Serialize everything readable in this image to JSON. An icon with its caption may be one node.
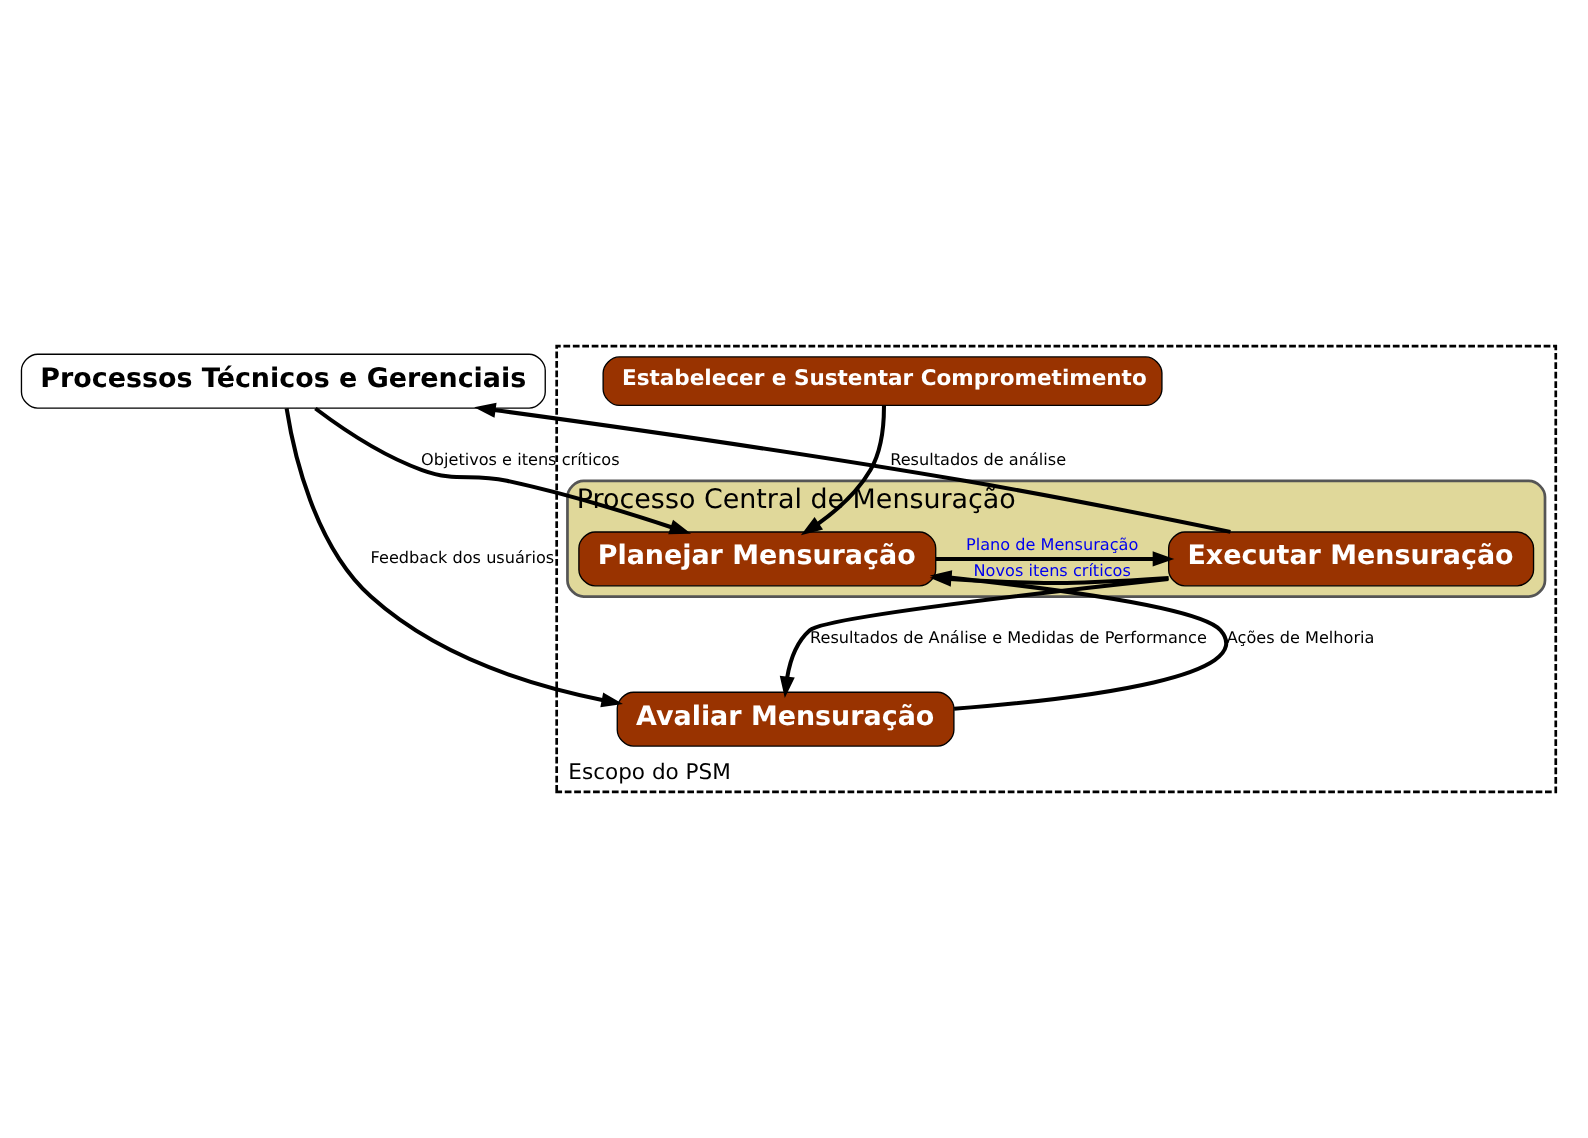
{
  "diagram": {
    "nodes": [
      {
        "text": [
          "Processos Técnicos e Gerenciais"
        ]
      },
      {
        "text": [
          "Escopo do PSM"
        ]
      },
      {
        "text": [
          "Estabelecer e Sustentar Comprometimento"
        ],
        "in": 1
      },
      {
        "text": [
          "Processo Central de Mensuração"
        ],
        "in": 1
      },
      {
        "text": [
          "Planejar Mensuração"
        ],
        "in": 3
      },
      {
        "text": [
          "Executar Mensuração"
        ],
        "in": 3
      },
      {
        "text": [
          "Avaliar Mensuração"
        ],
        "in": 1
      }
    ],
    "edges": [
      {
        "from": 0,
        "to": 4,
        "arrow": "to",
        "label": "Objetivos e itens críticos"
      },
      {
        "from": 0,
        "to": 6,
        "arrow": "to",
        "label": "Feedback dos usuários"
      },
      {
        "from": 5,
        "to": 0,
        "arrow": "to",
        "label": "Resultados de análise"
      },
      {
        "from": 2,
        "to": 4,
        "arrow": "to"
      },
      {
        "from": 4,
        "to": 5,
        "arrow": "to",
        "label": "Plano de Mensuração"
      },
      {
        "from": 5,
        "to": 4,
        "arrow": "to",
        "label": "Novos itens críticos"
      },
      {
        "from": 5,
        "to": 6,
        "arrow": "to",
        "label": "Resultados de Análise e Medidas de Performance"
      },
      {
        "from": 6,
        "to": 4,
        "arrow": "to",
        "label": "Ações de Melhoria"
      }
    ]
  }
}
